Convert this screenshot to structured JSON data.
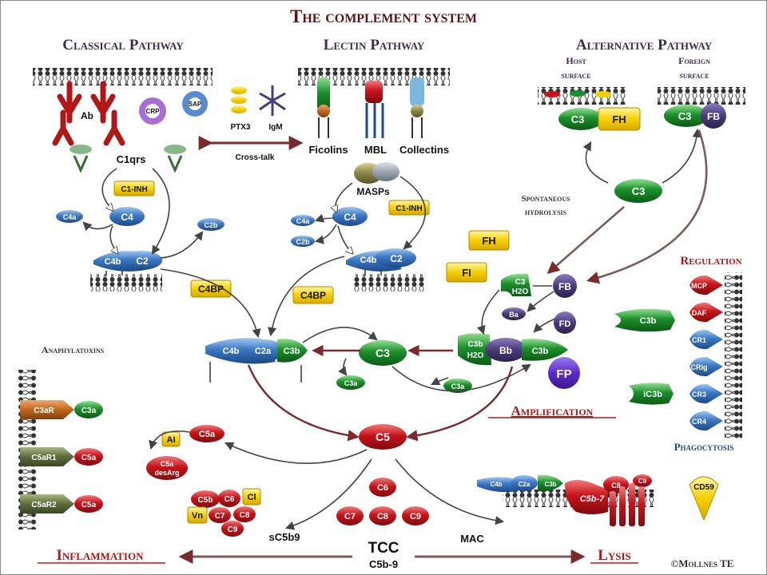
{
  "title": "The complement system",
  "copyright": "©Mollnes TE",
  "pathways": {
    "classical": "Classical Pathway",
    "lectin": "Lectin Pathway",
    "alternative": "Alternative Pathway",
    "host_surface": [
      "Host",
      "surface"
    ],
    "foreign_surface": [
      "Foreign",
      "surface"
    ]
  },
  "classical": {
    "ab": "Ab",
    "crp": "CRP",
    "sap": "SAP",
    "c1qrs": "C1qrs",
    "c1inh": "C1-INH",
    "c4": "C4",
    "c4a": "C4a",
    "c2b": "C2b",
    "c4b": "C4b",
    "c2": "C2",
    "c4bp": "C4BP"
  },
  "crosstalk": {
    "ptx3": "PTX3",
    "igm": "IgM",
    "label": "Cross-talk"
  },
  "lectin": {
    "ficolins": "Ficolins",
    "mbl": "MBL",
    "collectins": "Collectins",
    "masps": "MASPs",
    "c1inh": "C1-INH",
    "c4": "C4",
    "c4a": "C4a",
    "c2b": "C2b",
    "c4b": "C4b",
    "c2": "C2",
    "c4bp": "C4BP"
  },
  "alternative": {
    "c3": "C3",
    "fh": "FH",
    "fb": "FB",
    "c3b": "C3",
    "spontaneous": [
      "Spontaneous",
      "hydrolysis"
    ],
    "c3h2o_top": "C3",
    "c3h2o_bottom": "H2O",
    "ba": "Ba",
    "fd": "FD",
    "fi": "FI"
  },
  "convertase": {
    "c4b": "C4b",
    "c2a": "C2a",
    "c3b": "C3b",
    "c3": "C3",
    "c3a_left": "C3a",
    "c3a_right": "C3a",
    "alt_c3b_top": "C3b",
    "alt_c3b_bottom": "H2O",
    "bb": "Bb",
    "alt_c3b2": "C3b",
    "fp": "FP",
    "amplification": "Amplification"
  },
  "regulation": {
    "title": "Regulation",
    "phagocytosis": "Phagocytosis",
    "receptors": [
      "MCP",
      "DAF",
      "CR1",
      "CRIg",
      "CR3",
      "CR4"
    ],
    "free_c3b": "C3b",
    "ic3b": "iC3b"
  },
  "anaphylatoxins": {
    "title": "Anaphylatoxins",
    "receptors": [
      {
        "name": "C3aR",
        "ligand": "C3a"
      },
      {
        "name": "C5aR1",
        "ligand": "C5a"
      },
      {
        "name": "C5aR2",
        "ligand": "C5a"
      }
    ]
  },
  "terminal": {
    "c5": "C5",
    "c5a": "C5a",
    "ai": "AI",
    "c5a_desarg": [
      "C5a",
      "desArg"
    ],
    "c6": "C6",
    "c7": "C7",
    "c8": "C8",
    "c9": "C9",
    "sc5b9_complex": [
      "C5b",
      "C6",
      "Cl",
      "Vn",
      "C7",
      "C8",
      "C9"
    ],
    "sc5b9": "sC5b9",
    "mac": "MAC",
    "tcc": "TCC",
    "c5b9": "C5b-9",
    "mac_labels": {
      "c4b": "C4b",
      "c2a": "C2a",
      "c3b": "C3b",
      "c5b7": "C5b-7",
      "c8": "C8",
      "c9": "C9",
      "cd59": "CD59"
    }
  },
  "outcomes": {
    "inflammation": "Inflammation",
    "lysis": "Lysis"
  },
  "colors": {
    "blue": "#3d78c4",
    "green": "#1c8f2c",
    "red": "#c8141b",
    "yellow": "#f5d000",
    "purple": "#4a3c78",
    "orange": "#c0661c",
    "olive": "#5b6b3a",
    "title": "#5a1414",
    "heading": "#3a2a55"
  }
}
